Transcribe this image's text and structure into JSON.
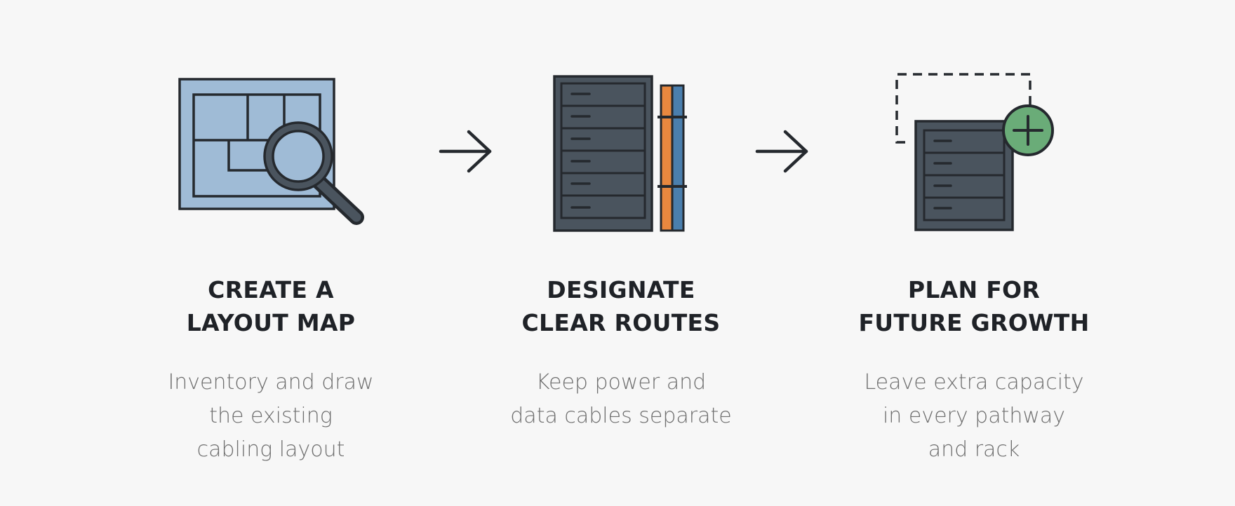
{
  "steps": [
    {
      "title": [
        "CREATE A",
        "LAYOUT MAP"
      ],
      "description": [
        "Inventory and draw",
        "the existing",
        "cabling layout"
      ],
      "icon": "layout-map-magnifier-icon"
    },
    {
      "title": [
        "DESIGNATE",
        "CLEAR ROUTES"
      ],
      "description": [
        "Keep power and",
        "data cables separate"
      ],
      "icon": "server-rack-cables-icon"
    },
    {
      "title": [
        "PLAN FOR",
        "FUTURE GROWTH"
      ],
      "description": [
        "Leave extra capacity",
        "in every pathway",
        "and rack"
      ],
      "icon": "rack-expansion-plus-icon"
    }
  ],
  "connectors": [
    "arrow-right-icon",
    "arrow-right-icon"
  ],
  "colors": {
    "background": "#f7f7f7",
    "outline": "#25292e",
    "map_blue": "#9fbbd6",
    "rack_gray": "#4a545e",
    "power_cable": "#e8883f",
    "data_cable": "#4a7fae",
    "plus_green": "#6aac78",
    "title": "#1f2227",
    "description": "#6f6f6f"
  }
}
